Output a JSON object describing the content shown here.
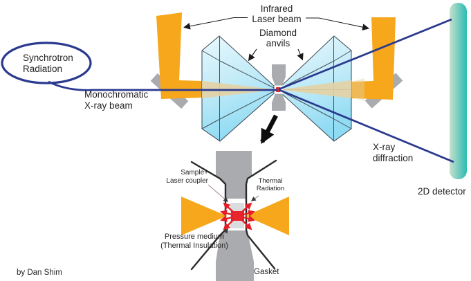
{
  "figure": {
    "type": "scientific-diagram",
    "subject": "Laser-heated diamond anvil cell with synchrotron X-ray diffraction",
    "labels": {
      "infrared_1": "Infrared",
      "infrared_2": "Laser beam",
      "diamond_1": "Diamond",
      "diamond_2": "anvils",
      "synchrotron_1": "Synchrotron",
      "synchrotron_2": "Radiation",
      "monochromatic_1": "Monochromatic",
      "monochromatic_2": "X-ray beam",
      "diffraction_1": "X-ray",
      "diffraction_2": "diffraction",
      "detector": "2D detector",
      "sample_1": "Sample+",
      "sample_2": "Laser coupler",
      "thermal_1": "Thermal",
      "thermal_2": "Radiation",
      "pressure_1": "Pressure medium",
      "pressure_2": "(Thermal Insulation)",
      "gasket": "Gasket",
      "credit": "by Dan Shim"
    },
    "colors": {
      "laser_orange": "#F6A71B",
      "xray_navy": "#2B3A8F",
      "diamond_blue_light": "#E4F6FC",
      "diamond_blue_deep": "#8FDBF3",
      "metal_gray": "#A9ABAE",
      "inner_gray": "#DADCDD",
      "sample_red": "#E8262D",
      "glow_beige": "#E4D2A3",
      "detector_teal": "#2BBCB3",
      "detector_mint": "#C6E0CC",
      "outline_black": "#2B2B2B",
      "text_dark": "#231F20"
    }
  }
}
